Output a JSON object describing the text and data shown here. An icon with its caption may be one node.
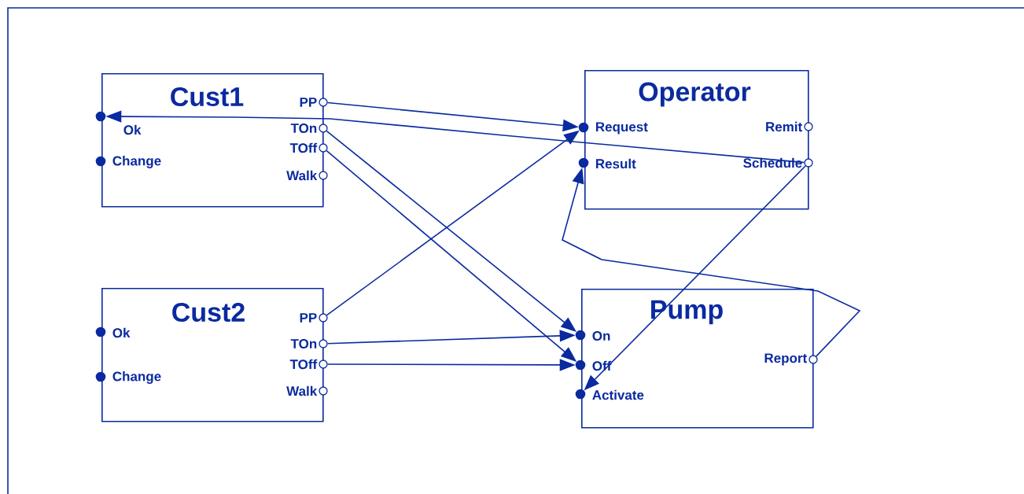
{
  "diagram": {
    "nodes": [
      {
        "text": [
          "Cust1"
        ]
      },
      {
        "text": [],
        "shape": "dot",
        "beside": [
          "Ok"
        ],
        "in": 0
      },
      {
        "text": [],
        "shape": "dot",
        "beside": [
          "Change"
        ],
        "in": 0
      },
      {
        "text": [],
        "shape": "circle",
        "beside": [
          "PP"
        ],
        "in": 0
      },
      {
        "text": [],
        "shape": "circle",
        "beside": [
          "TOn"
        ],
        "in": 0
      },
      {
        "text": [],
        "shape": "circle",
        "beside": [
          "TOff"
        ],
        "in": 0
      },
      {
        "text": [],
        "shape": "circle",
        "beside": [
          "Walk"
        ],
        "in": 0
      },
      {
        "text": [
          "Cust2"
        ]
      },
      {
        "text": [],
        "shape": "dot",
        "beside": [
          "Ok"
        ],
        "in": 7
      },
      {
        "text": [],
        "shape": "dot",
        "beside": [
          "Change"
        ],
        "in": 7
      },
      {
        "text": [],
        "shape": "circle",
        "beside": [
          "PP"
        ],
        "in": 7
      },
      {
        "text": [],
        "shape": "circle",
        "beside": [
          "TOn"
        ],
        "in": 7
      },
      {
        "text": [],
        "shape": "circle",
        "beside": [
          "TOff"
        ],
        "in": 7
      },
      {
        "text": [],
        "shape": "circle",
        "beside": [
          "Walk"
        ],
        "in": 7
      },
      {
        "text": [
          "Operator"
        ]
      },
      {
        "text": [],
        "shape": "dot",
        "beside": [
          "Request"
        ],
        "in": 14
      },
      {
        "text": [],
        "shape": "dot",
        "beside": [
          "Result"
        ],
        "in": 14
      },
      {
        "text": [],
        "shape": "circle",
        "beside": [
          "Remit"
        ],
        "in": 14
      },
      {
        "text": [],
        "shape": "circle",
        "beside": [
          "Schedule"
        ],
        "in": 14
      },
      {
        "text": [
          "Pump"
        ]
      },
      {
        "text": [],
        "shape": "dot",
        "beside": [
          "On"
        ],
        "in": 19
      },
      {
        "text": [],
        "shape": "dot",
        "beside": [
          "Off"
        ],
        "in": 19
      },
      {
        "text": [],
        "shape": "dot",
        "beside": [
          "Activate"
        ],
        "in": 19
      },
      {
        "text": [],
        "shape": "circle",
        "beside": [
          "Report"
        ],
        "in": 19
      }
    ],
    "edges": [
      {
        "from": 3,
        "to": 15,
        "arrow": "to"
      },
      {
        "from": 18,
        "to": 1,
        "arrow": "to"
      },
      {
        "from": 4,
        "to": 20,
        "arrow": "to"
      },
      {
        "from": 5,
        "to": 21,
        "arrow": "to"
      },
      {
        "from": 10,
        "to": 15,
        "arrow": "to"
      },
      {
        "from": 11,
        "to": 20,
        "arrow": "to"
      },
      {
        "from": 12,
        "to": 21,
        "arrow": "to"
      },
      {
        "from": 18,
        "to": 22,
        "arrow": "to"
      },
      {
        "from": 23,
        "to": 16,
        "arrow": "to"
      }
    ]
  }
}
